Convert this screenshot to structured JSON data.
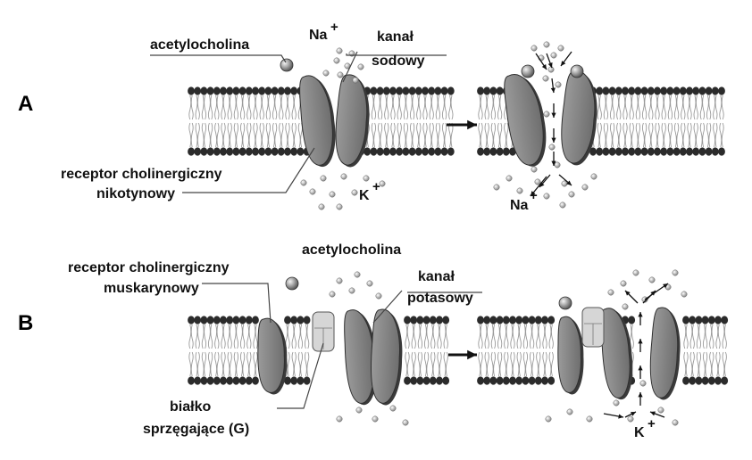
{
  "panels": {
    "a": {
      "letter": "A",
      "ligand": "acetylocholina",
      "channel": "kanał",
      "channel_type": "sodowy",
      "receptor": "receptor cholinergiczny",
      "receptor_type": "nikotynowy",
      "ion_in": "Na",
      "ion_out": "K",
      "ion_through": "Na",
      "charge": "+"
    },
    "b": {
      "letter": "B",
      "ligand": "acetylocholina",
      "receptor": "receptor cholinergiczny",
      "receptor_type": "muskarynowy",
      "channel": "kanał",
      "channel_type": "potasowy",
      "g_protein": "białko",
      "g_protein_type": "sprzęgające (G)",
      "ion_through": "K",
      "charge": "+"
    }
  },
  "colors": {
    "protein": "#8a8a8a",
    "protein_dark": "#3a3a3a",
    "g_protein": "#d6d6d6",
    "head": "#2b2b2b",
    "ion": "#bdbdbd"
  }
}
